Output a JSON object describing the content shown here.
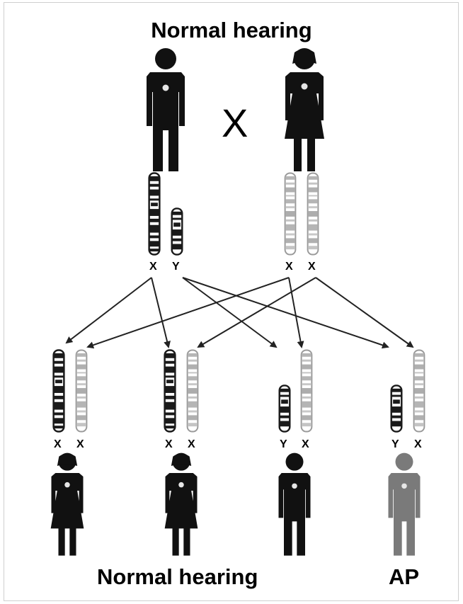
{
  "titles": {
    "top": "Normal hearing",
    "bottom_left": "Normal hearing",
    "bottom_right": "AP"
  },
  "cross_symbol": "X",
  "chromosome_labels": {
    "father": [
      "X",
      "Y"
    ],
    "mother": [
      "X",
      "X"
    ],
    "daughter_1": [
      "X",
      "X"
    ],
    "daughter_2": [
      "X",
      "X"
    ],
    "son_1": [
      "Y",
      "X"
    ],
    "son_2": [
      "Y",
      "X"
    ]
  },
  "colors": {
    "figure_black": "#111111",
    "affected_gray": "#7a7a7a",
    "paternal_chromosome": "#1a1a1a",
    "maternal_chromosome": "#bdbdbd",
    "arrow": "#222222",
    "frame": "#cfcfcf"
  },
  "icons": {
    "father": "male-figure-icon",
    "mother": "female-figure-icon",
    "offspring": [
      "female-figure-icon",
      "female-figure-icon",
      "male-figure-icon",
      "male-figure-icon"
    ]
  },
  "offspring_status": [
    "normal",
    "normal",
    "normal",
    "affected"
  ]
}
